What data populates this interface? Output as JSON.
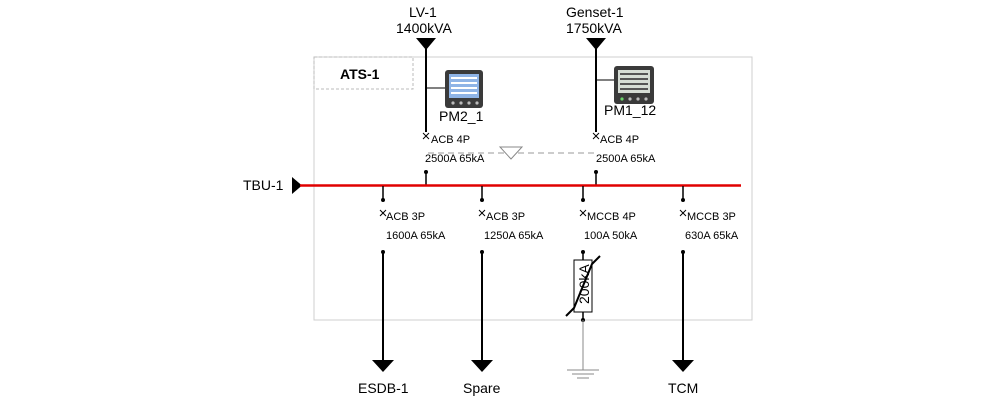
{
  "panel": {
    "title": "ATS-1"
  },
  "sources": [
    {
      "name": "LV-1",
      "rating": "1400kVA"
    },
    {
      "name": "Genset-1",
      "rating": "1750kVA"
    }
  ],
  "meters": [
    {
      "name": "PM2_1"
    },
    {
      "name": "PM1_12"
    }
  ],
  "incomers": [
    {
      "type": "ACB 4P",
      "rating": "2500A 65kA"
    },
    {
      "type": "ACB 4P",
      "rating": "2500A 65kA"
    }
  ],
  "busbar": {
    "name": "TBU-1",
    "color": "#e00000"
  },
  "feeders": [
    {
      "type": "ACB 3P",
      "rating": "1600A 65kA",
      "load": "ESDB-1"
    },
    {
      "type": "ACB 3P",
      "rating": "1250A 65kA",
      "load": "Spare"
    },
    {
      "type": "MCCB 4P",
      "rating": "100A 50kA",
      "load": ""
    },
    {
      "type": "MCCB 3P",
      "rating": "630A 65kA",
      "load": "TCM"
    }
  ],
  "surge_protector": {
    "rating": "200kA"
  }
}
